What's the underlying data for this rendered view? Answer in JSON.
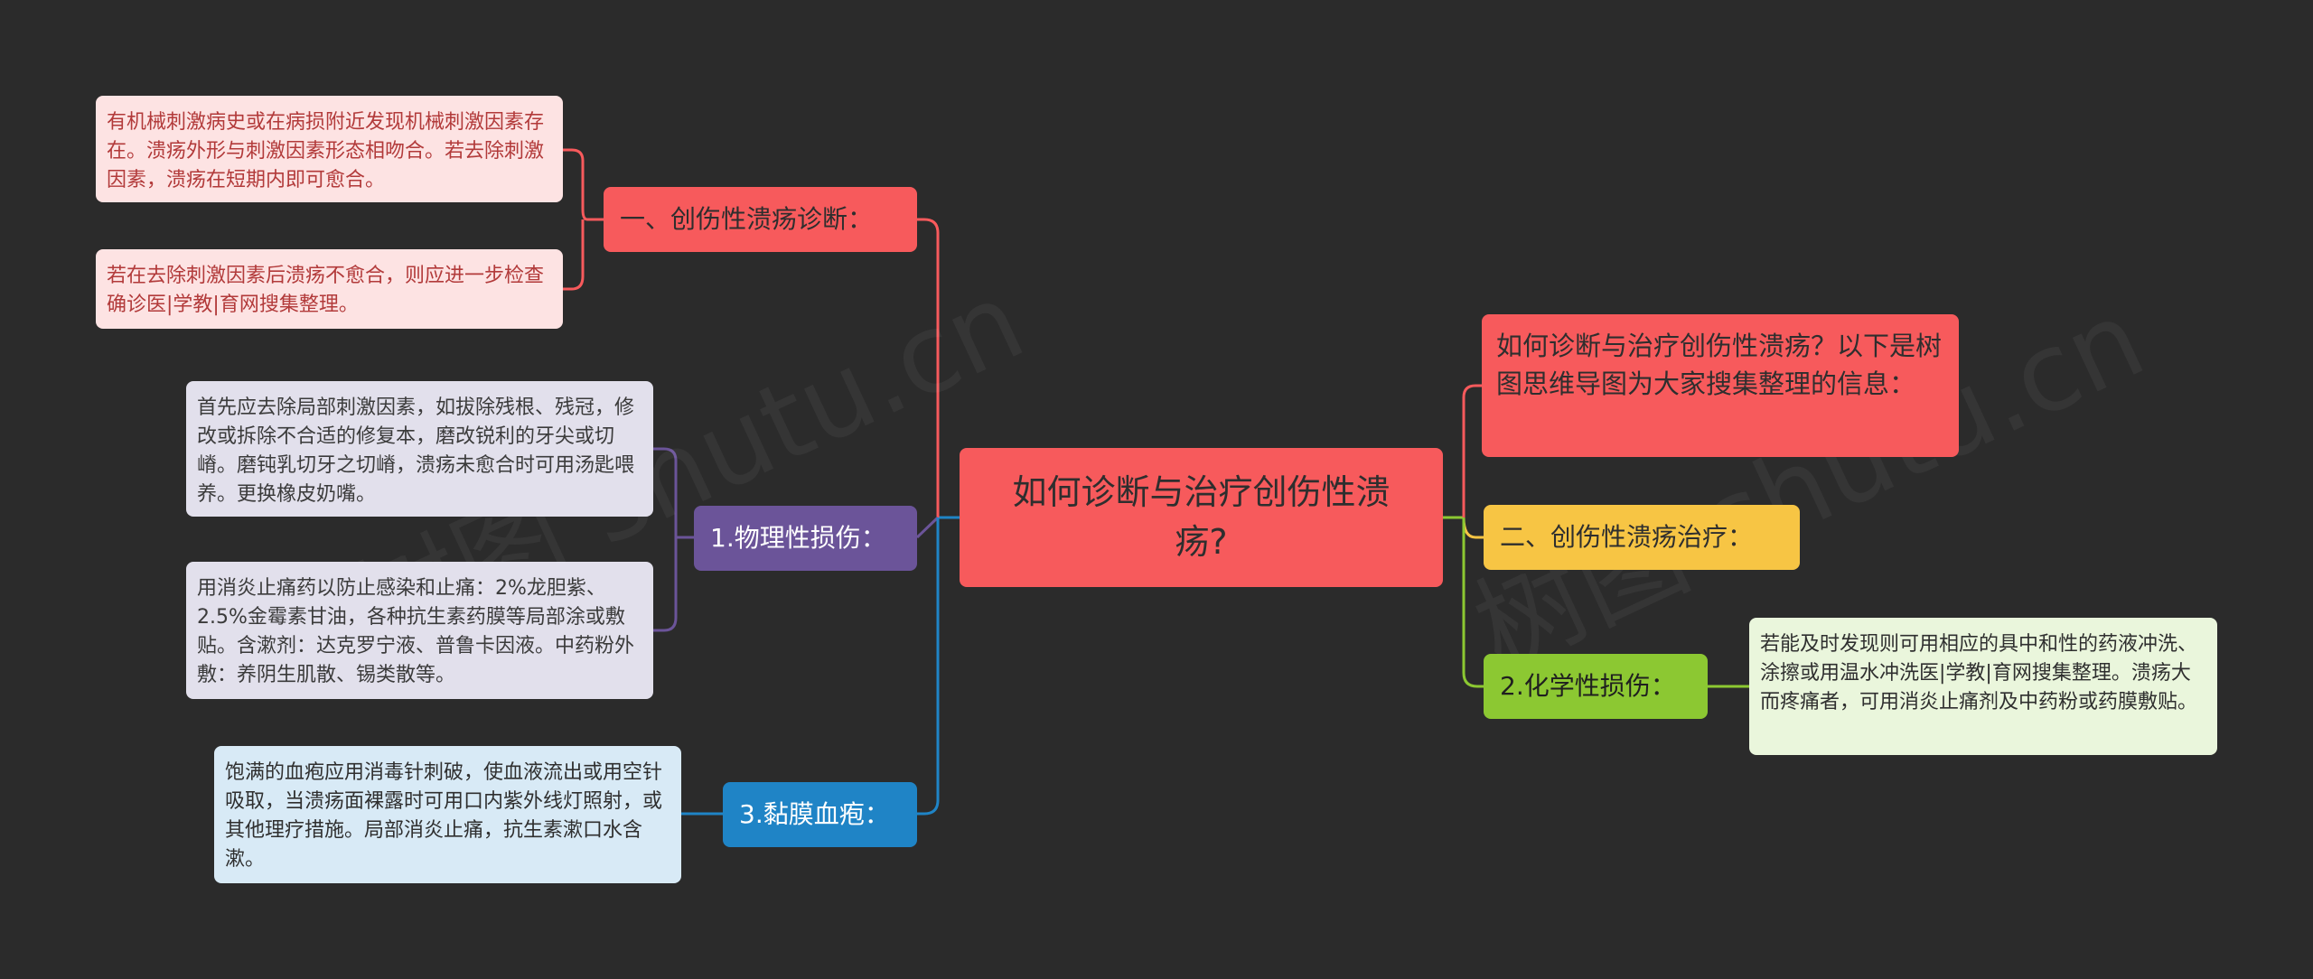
{
  "central": "如何诊断与治疗创伤性溃疡?",
  "intro": "如何诊断与治疗创伤性溃疡？以下是树图思维导图为大家搜集整理的信息：",
  "left_branches": [
    {
      "label": "一、创伤性溃疡诊断：",
      "children": [
        "有机械刺激病史或在病损附近发现机械刺激因素存在。溃疡外形与刺激因素形态相吻合。若去除刺激因素，溃疡在短期内即可愈合。",
        "若在去除刺激因素后溃疡不愈合，则应进一步检查确诊医|学教|育网搜集整理。"
      ]
    },
    {
      "label": "1.物理性损伤：",
      "children": [
        "首先应去除局部刺激因素，如拔除残根、残冠，修改或拆除不合适的修复本，磨改锐利的牙尖或切嵴。磨钝乳切牙之切嵴，溃疡未愈合时可用汤匙喂养。更换橡皮奶嘴。",
        "用消炎止痛药以防止感染和止痛：2%龙胆紫、2.5%金霉素甘油，各种抗生素药膜等局部涂或敷贴。含漱剂：达克罗宁液、普鲁卡因液。中药粉外敷：养阴生肌散、锡类散等。"
      ]
    },
    {
      "label": "3.黏膜血疱：",
      "children": [
        "饱满的血疱应用消毒针刺破，使血液流出或用空针吸取，当溃疡面裸露时可用口内紫外线灯照射，或其他理疗措施。局部消炎止痛，抗生素漱口水含漱。"
      ]
    }
  ],
  "right_branches": [
    {
      "label": "二、创伤性溃疡治疗："
    },
    {
      "label": "2.化学性损伤：",
      "children": [
        "若能及时发现则可用相应的具中和性的药液冲洗、涂擦或用温水冲洗医|学教|育网搜集整理。溃疡大而疼痛者，可用消炎止痛剂及中药粉或药膜敷贴。"
      ]
    }
  ],
  "colors": {
    "background": "#2b2b2b",
    "red": "#f75a5c",
    "purple": "#6b5499",
    "blue": "#1f84c6",
    "yellow": "#f7c544",
    "green": "#8cc832"
  }
}
